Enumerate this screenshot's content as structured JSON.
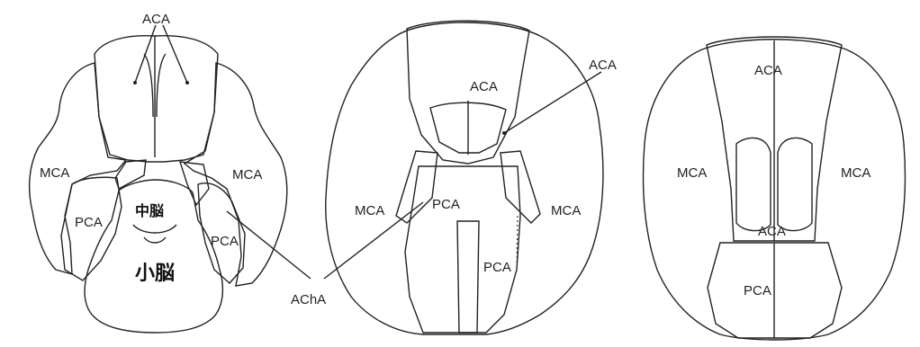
{
  "territories": {
    "aca": "ACA",
    "mca": "MCA",
    "pca": "PCA",
    "acha": "AChA"
  },
  "structures": {
    "midbrain": "中脳",
    "cerebellum": "小脳"
  },
  "colors": {
    "aca": "#f39100",
    "mca": "#e353c6",
    "pca": "#b7e33a",
    "acha": "#ffffff",
    "outline": "#222222"
  }
}
